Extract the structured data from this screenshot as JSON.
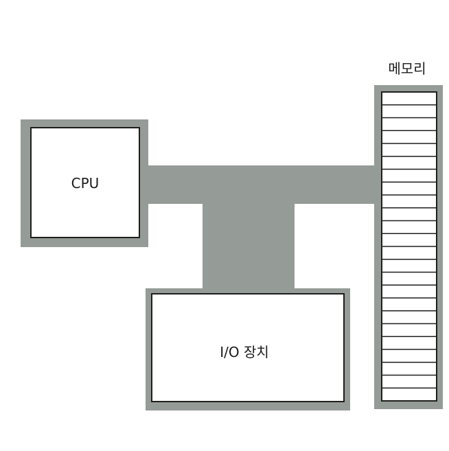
{
  "diagram": {
    "cpu_label": "CPU",
    "io_label": "I/O 장치",
    "memory_label": "메모리",
    "memory_cell_count": 24,
    "colors": {
      "bus_gray": "#959b96",
      "box_fill": "#ffffff",
      "outline": "#1e1e1e",
      "text": "#1a1a1a"
    }
  }
}
